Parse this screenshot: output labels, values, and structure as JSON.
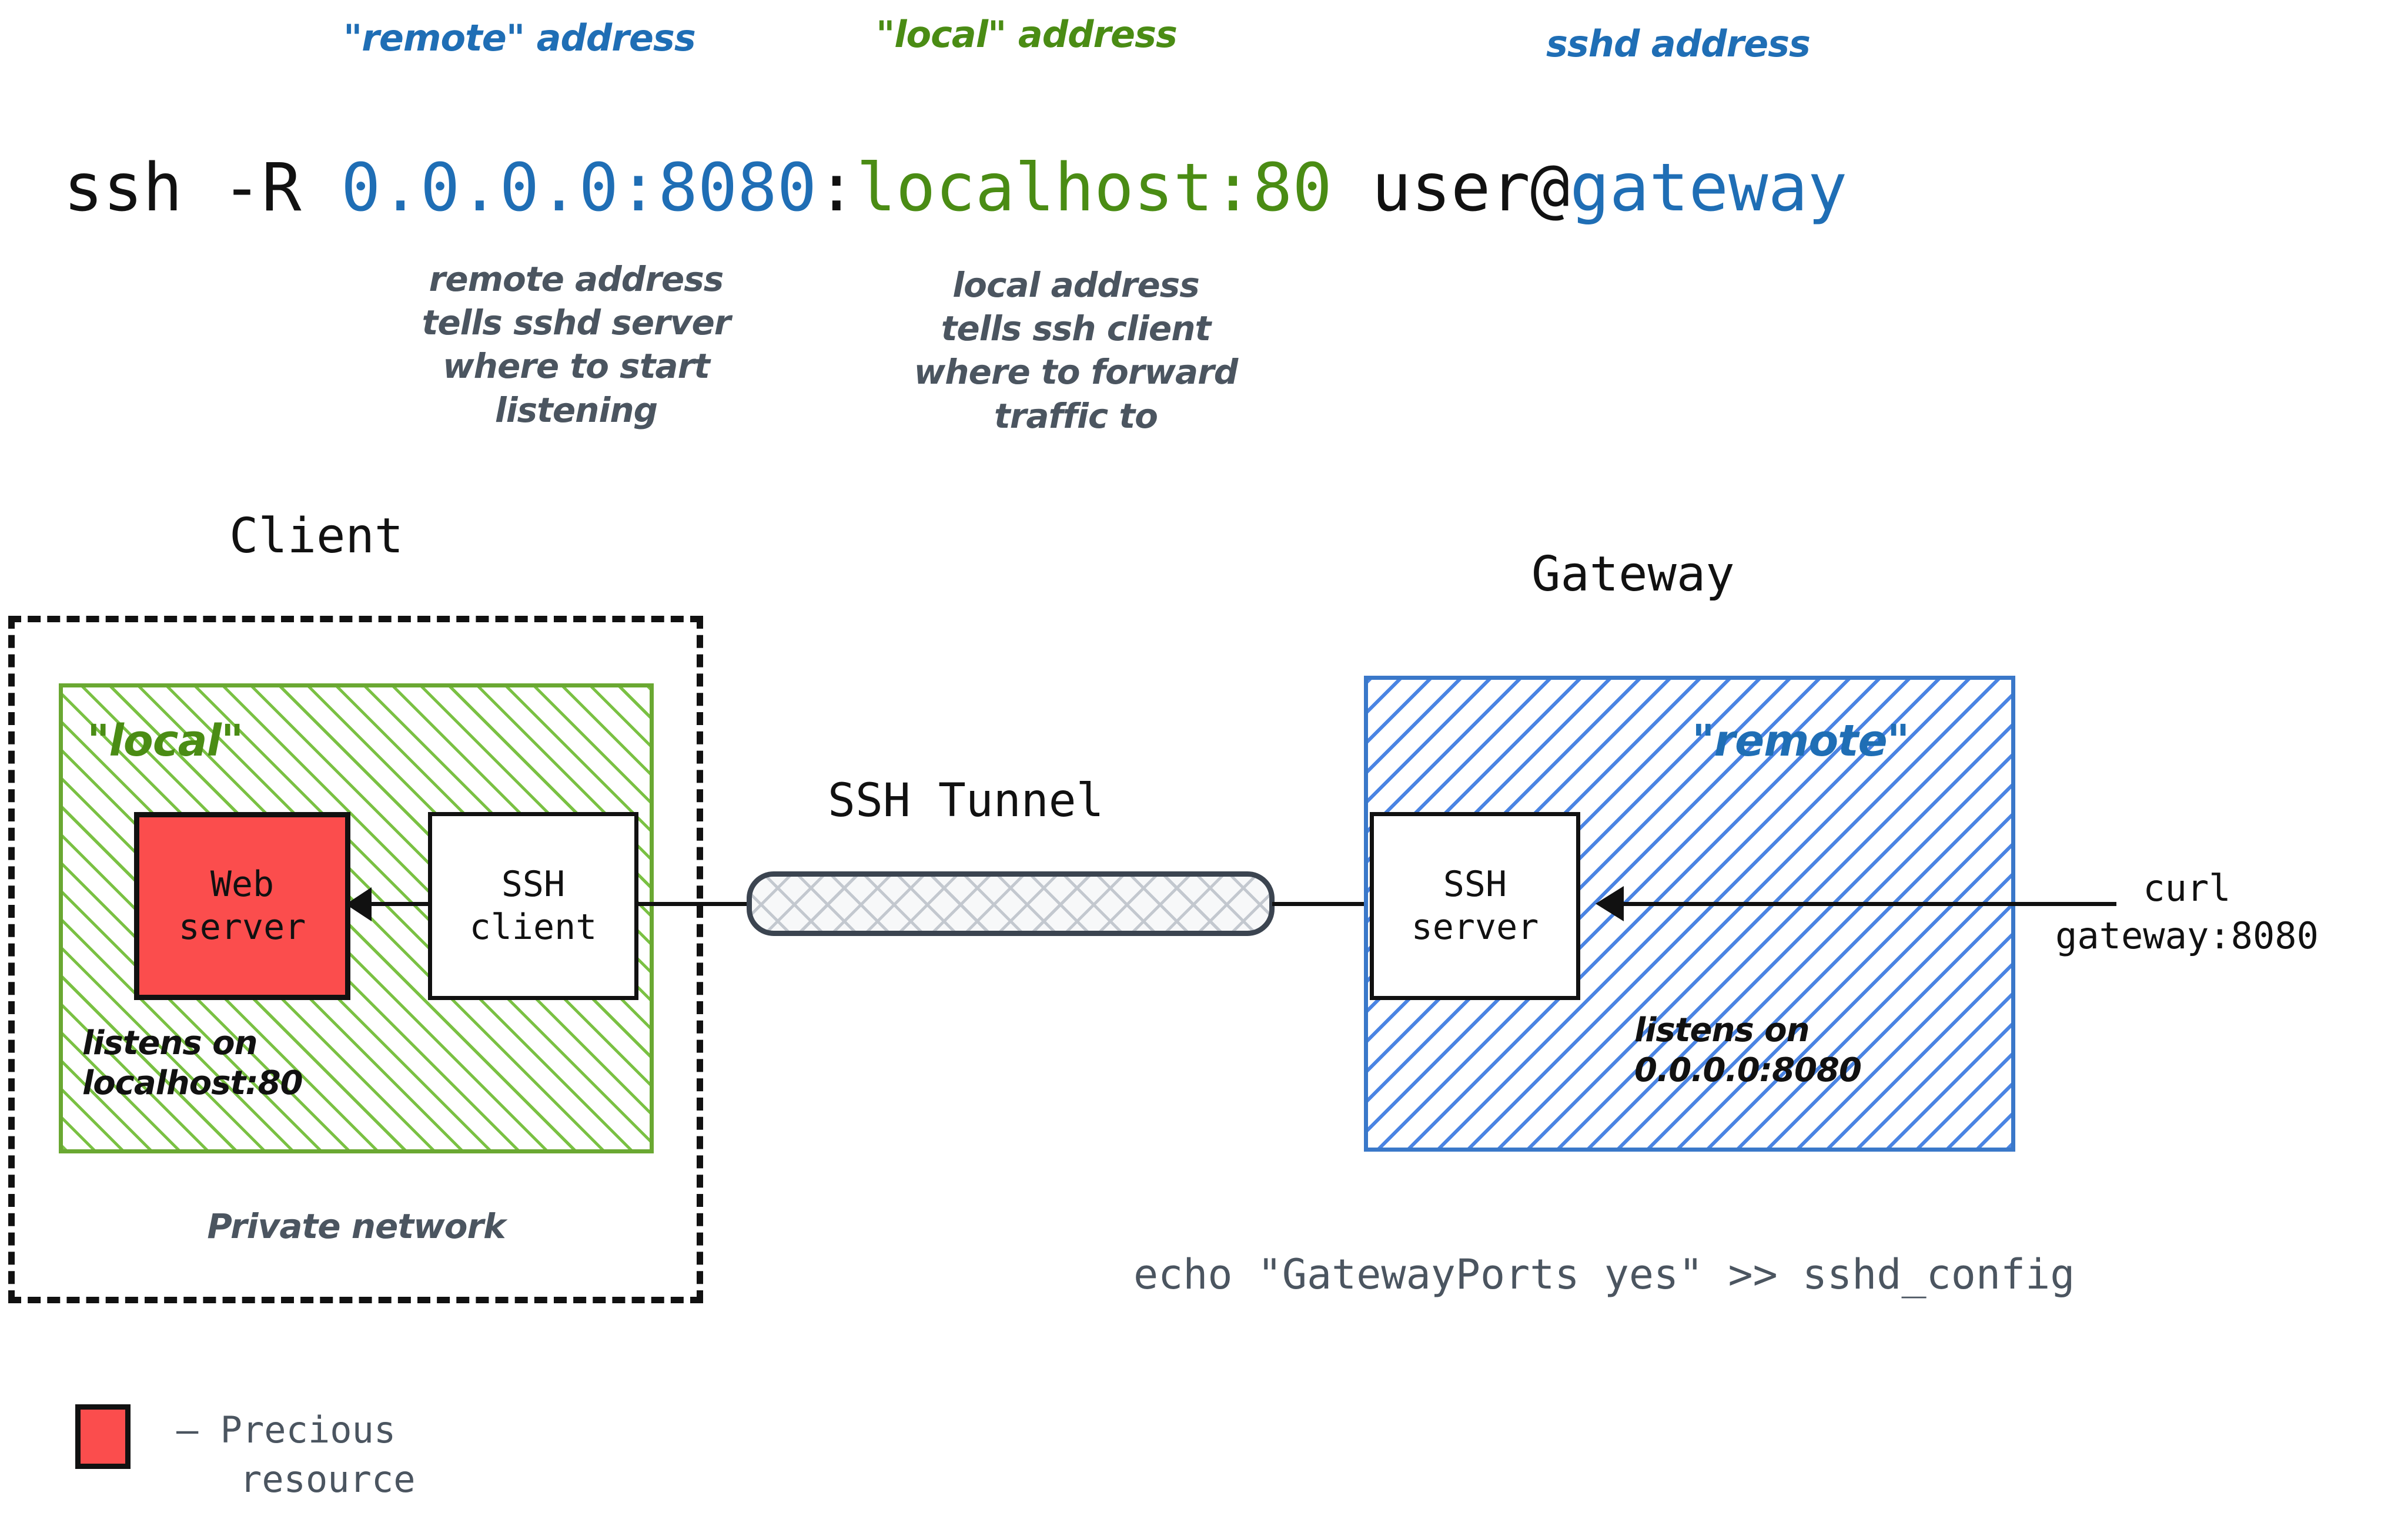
{
  "top_labels": [
    {
      "text": "\"remote\" address",
      "color": "#1f6eb5"
    },
    {
      "text": "\"local\" address",
      "color": "#4a8c14"
    },
    {
      "text": "sshd address",
      "color": "#1f6eb5"
    }
  ],
  "command": {
    "prefix": "ssh -R ",
    "remote_addr": "0.0.0.0:8080",
    "colon": ":",
    "local_addr": "localhost:80",
    "suffix_user": " user@",
    "host": "gateway"
  },
  "notes": {
    "remote": "remote address\ntells sshd server\nwhere to start\nlistening",
    "local": "local address\ntells ssh client\nwhere to forward\ntraffic to"
  },
  "client": {
    "title": "Client",
    "zone_label": "\"local\"",
    "private_network": "Private network",
    "web_server": "Web\nserver",
    "ssh_client": "SSH\nclient",
    "listens": "listens on\nlocalhost:80"
  },
  "gateway": {
    "title": "Gateway",
    "zone_label": "\"remote\"",
    "ssh_server": "SSH\nserver",
    "listens": "listens on\n0.0.0.0:8080"
  },
  "tunnel": {
    "label": "SSH Tunnel"
  },
  "curl": {
    "line1": "curl",
    "line2": "gateway:8080"
  },
  "footer": {
    "command": "echo \"GatewayPorts yes\" >> sshd_config"
  },
  "legend": {
    "dash": "– Precious",
    "line2": "resource"
  },
  "colors": {
    "blue": "#1f6eb5",
    "green": "#4a8c14",
    "hatch_green": "#7ac143",
    "hatch_blue": "#4a84e3",
    "red": "#fb4d4d",
    "slate": "#4b5560",
    "ink": "#111111"
  }
}
